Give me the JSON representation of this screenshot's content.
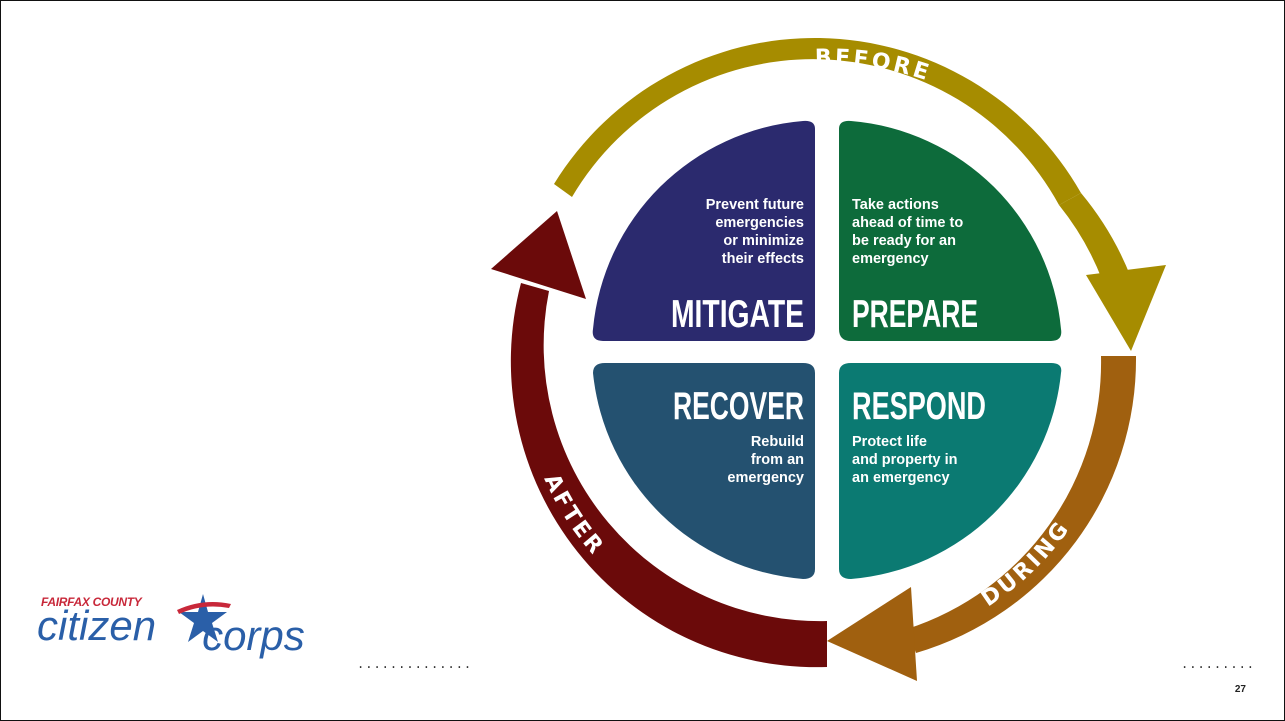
{
  "diagram": {
    "arcs": [
      {
        "key": "before",
        "label": "BEFORE",
        "color": "#a68c00"
      },
      {
        "key": "during",
        "label": "DURING",
        "color": "#a0600f"
      },
      {
        "key": "after",
        "label": "AFTER",
        "color": "#6b0a0a"
      }
    ],
    "quadrants": {
      "mitigate": {
        "title": "MITIGATE",
        "lines": [
          "Prevent future",
          "emergencies",
          "or minimize",
          "their effects"
        ],
        "color": "#2b2a6e"
      },
      "prepare": {
        "title": "PREPARE",
        "lines": [
          "Take actions",
          "ahead of time to",
          "be ready for an",
          "emergency"
        ],
        "color": "#0d6b3b"
      },
      "recover": {
        "title": "RECOVER",
        "lines": [
          "Rebuild",
          "from an",
          "emergency"
        ],
        "color": "#245170"
      },
      "respond": {
        "title": "RESPOND",
        "lines": [
          "Protect life",
          "and property in",
          "an emergency"
        ],
        "color": "#0b7a72"
      }
    }
  },
  "logo": {
    "org": "FAIRFAX COUNTY",
    "word1": "citizen",
    "word2": "corps"
  },
  "footer": {
    "dots_left": "..............",
    "dots_right": ".........",
    "page_number": "27"
  }
}
